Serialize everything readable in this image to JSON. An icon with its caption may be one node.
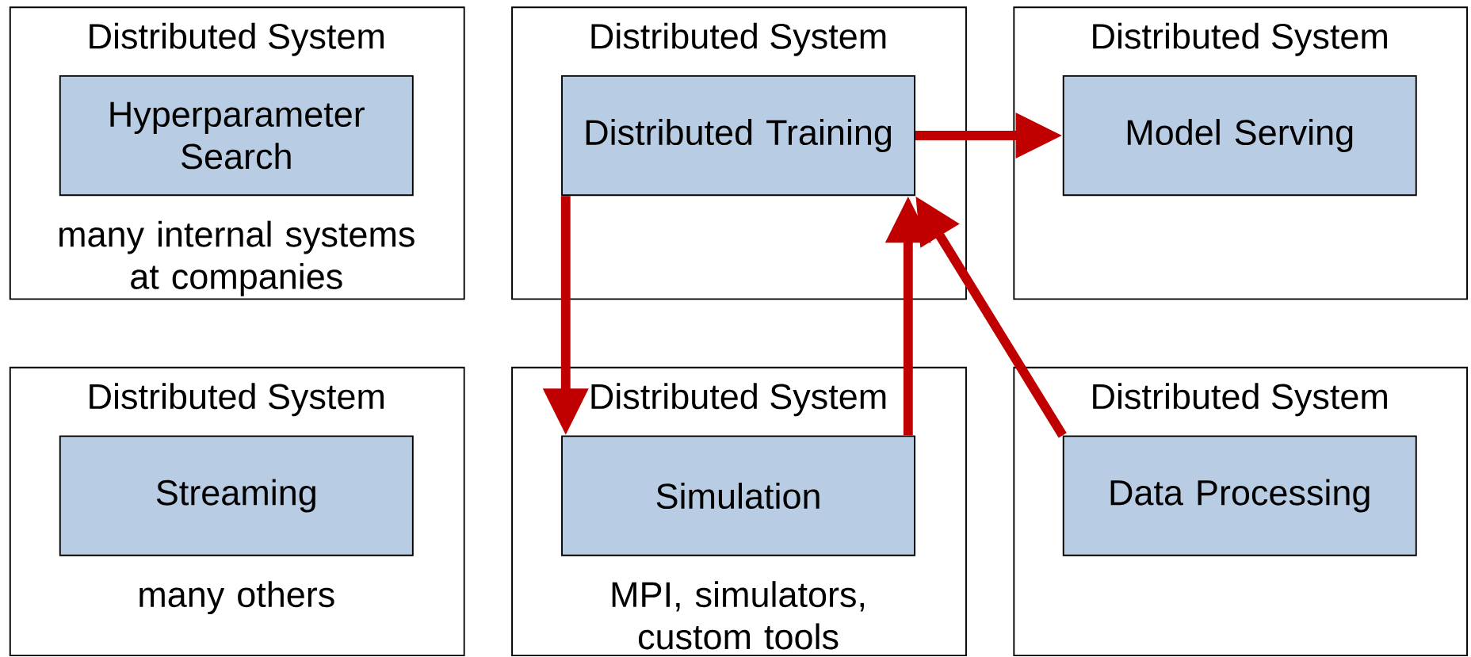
{
  "diagram": {
    "nodes": [
      {
        "text": [
          "Distributed System",
          "many internal systems at companies"
        ]
      },
      {
        "text": [
          "Hyperparameter Search"
        ],
        "in": 0
      },
      {
        "text": [
          "Distributed System"
        ]
      },
      {
        "text": [
          "Distributed Training"
        ],
        "in": 2
      },
      {
        "text": [
          "Distributed System"
        ]
      },
      {
        "text": [
          "Model Serving"
        ],
        "in": 4
      },
      {
        "text": [
          "Distributed System",
          "many others"
        ]
      },
      {
        "text": [
          "Streaming"
        ],
        "in": 6
      },
      {
        "text": [
          "Distributed System",
          "MPI, simulators, custom tools"
        ]
      },
      {
        "text": [
          "Simulation"
        ],
        "in": 8
      },
      {
        "text": [
          "Distributed System"
        ]
      },
      {
        "text": [
          "Data Processing"
        ],
        "in": 10
      }
    ],
    "edges": [
      {
        "from": 3,
        "to": 5,
        "arrow": "to"
      },
      {
        "from": 3,
        "to": 9,
        "arrow": "to"
      },
      {
        "from": 9,
        "to": 3,
        "arrow": "to"
      },
      {
        "from": 11,
        "to": 3,
        "arrow": "to"
      }
    ]
  }
}
